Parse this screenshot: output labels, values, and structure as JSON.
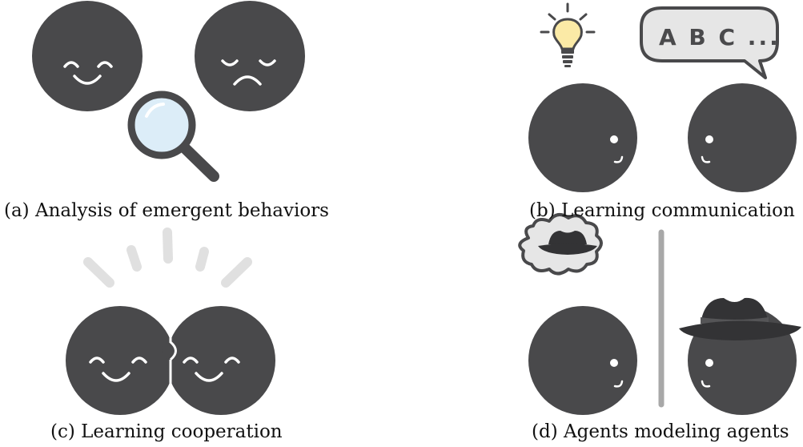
{
  "captions": {
    "a": "(a) Analysis of emergent behaviors",
    "b": "(b) Learning communication",
    "c": "(c) Learning cooperation",
    "d": "(d) Agents modeling agents"
  },
  "speech_bubble": {
    "text": "A B C ..."
  },
  "colors": {
    "face": "#49494b",
    "feature": "#ffffff",
    "lens": "#dcedf8",
    "bubble_fill": "#e6e6e6",
    "bulb": "#fbeaa6",
    "rays": "#e0e0e0",
    "divider": "#a8a8a8",
    "hat": "#333335"
  }
}
